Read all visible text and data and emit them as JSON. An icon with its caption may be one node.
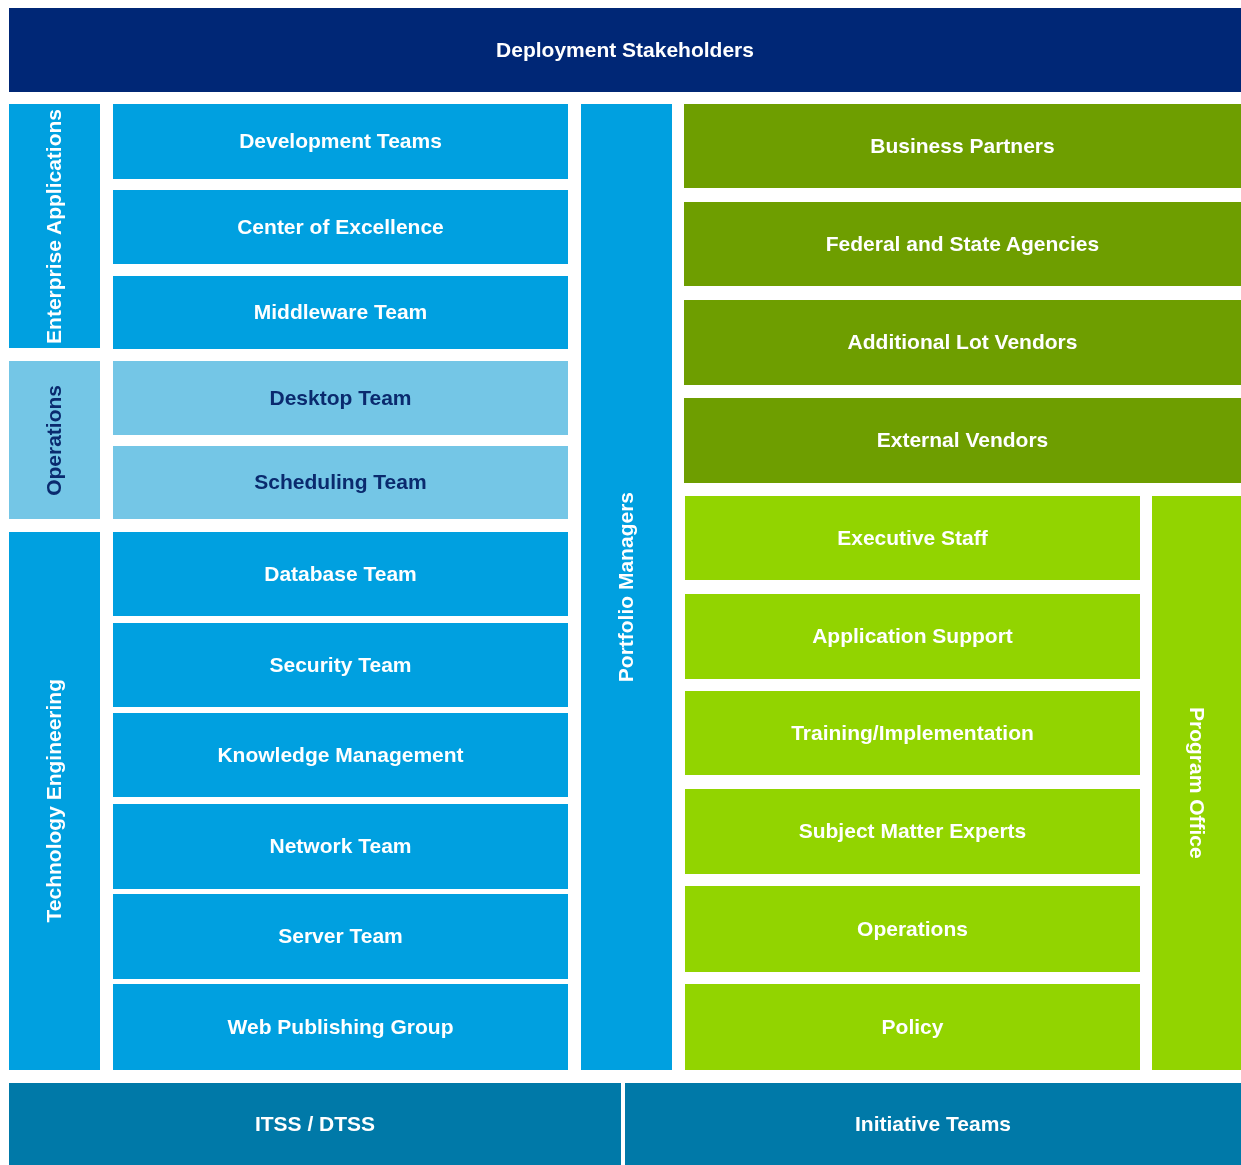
{
  "diagram": {
    "nodes": [
      {
        "text": [
          "Deployment Stakeholders"
        ]
      },
      {
        "text": [
          "Enterprise Applications"
        ]
      },
      {
        "text": [
          "Development Teams"
        ]
      },
      {
        "text": [
          "Center of Excellence"
        ]
      },
      {
        "text": [
          "Middleware Team"
        ]
      },
      {
        "text": [
          "Operations"
        ]
      },
      {
        "text": [
          "Desktop Team"
        ]
      },
      {
        "text": [
          "Scheduling Team"
        ]
      },
      {
        "text": [
          "Technology Engineering"
        ]
      },
      {
        "text": [
          "Database Team"
        ]
      },
      {
        "text": [
          "Security Team"
        ]
      },
      {
        "text": [
          "Knowledge Management"
        ]
      },
      {
        "text": [
          "Network Team"
        ]
      },
      {
        "text": [
          "Server Team"
        ]
      },
      {
        "text": [
          "Web Publishing Group"
        ]
      },
      {
        "text": [
          "Portfolio Managers"
        ]
      },
      {
        "text": [
          "Business Partners"
        ]
      },
      {
        "text": [
          "Federal and State Agencies"
        ]
      },
      {
        "text": [
          "Additional Lot Vendors"
        ]
      },
      {
        "text": [
          "External Vendors"
        ]
      },
      {
        "text": [
          "Executive Staff"
        ]
      },
      {
        "text": [
          "Application Support"
        ]
      },
      {
        "text": [
          "Training/Implementation"
        ]
      },
      {
        "text": [
          "Subject Matter Experts"
        ]
      },
      {
        "text": [
          "Operations"
        ]
      },
      {
        "text": [
          "Policy"
        ]
      },
      {
        "text": [
          "Program Office"
        ]
      },
      {
        "text": [
          "ITSS / DTSS"
        ]
      },
      {
        "text": [
          "Initiative Teams"
        ]
      }
    ]
  }
}
